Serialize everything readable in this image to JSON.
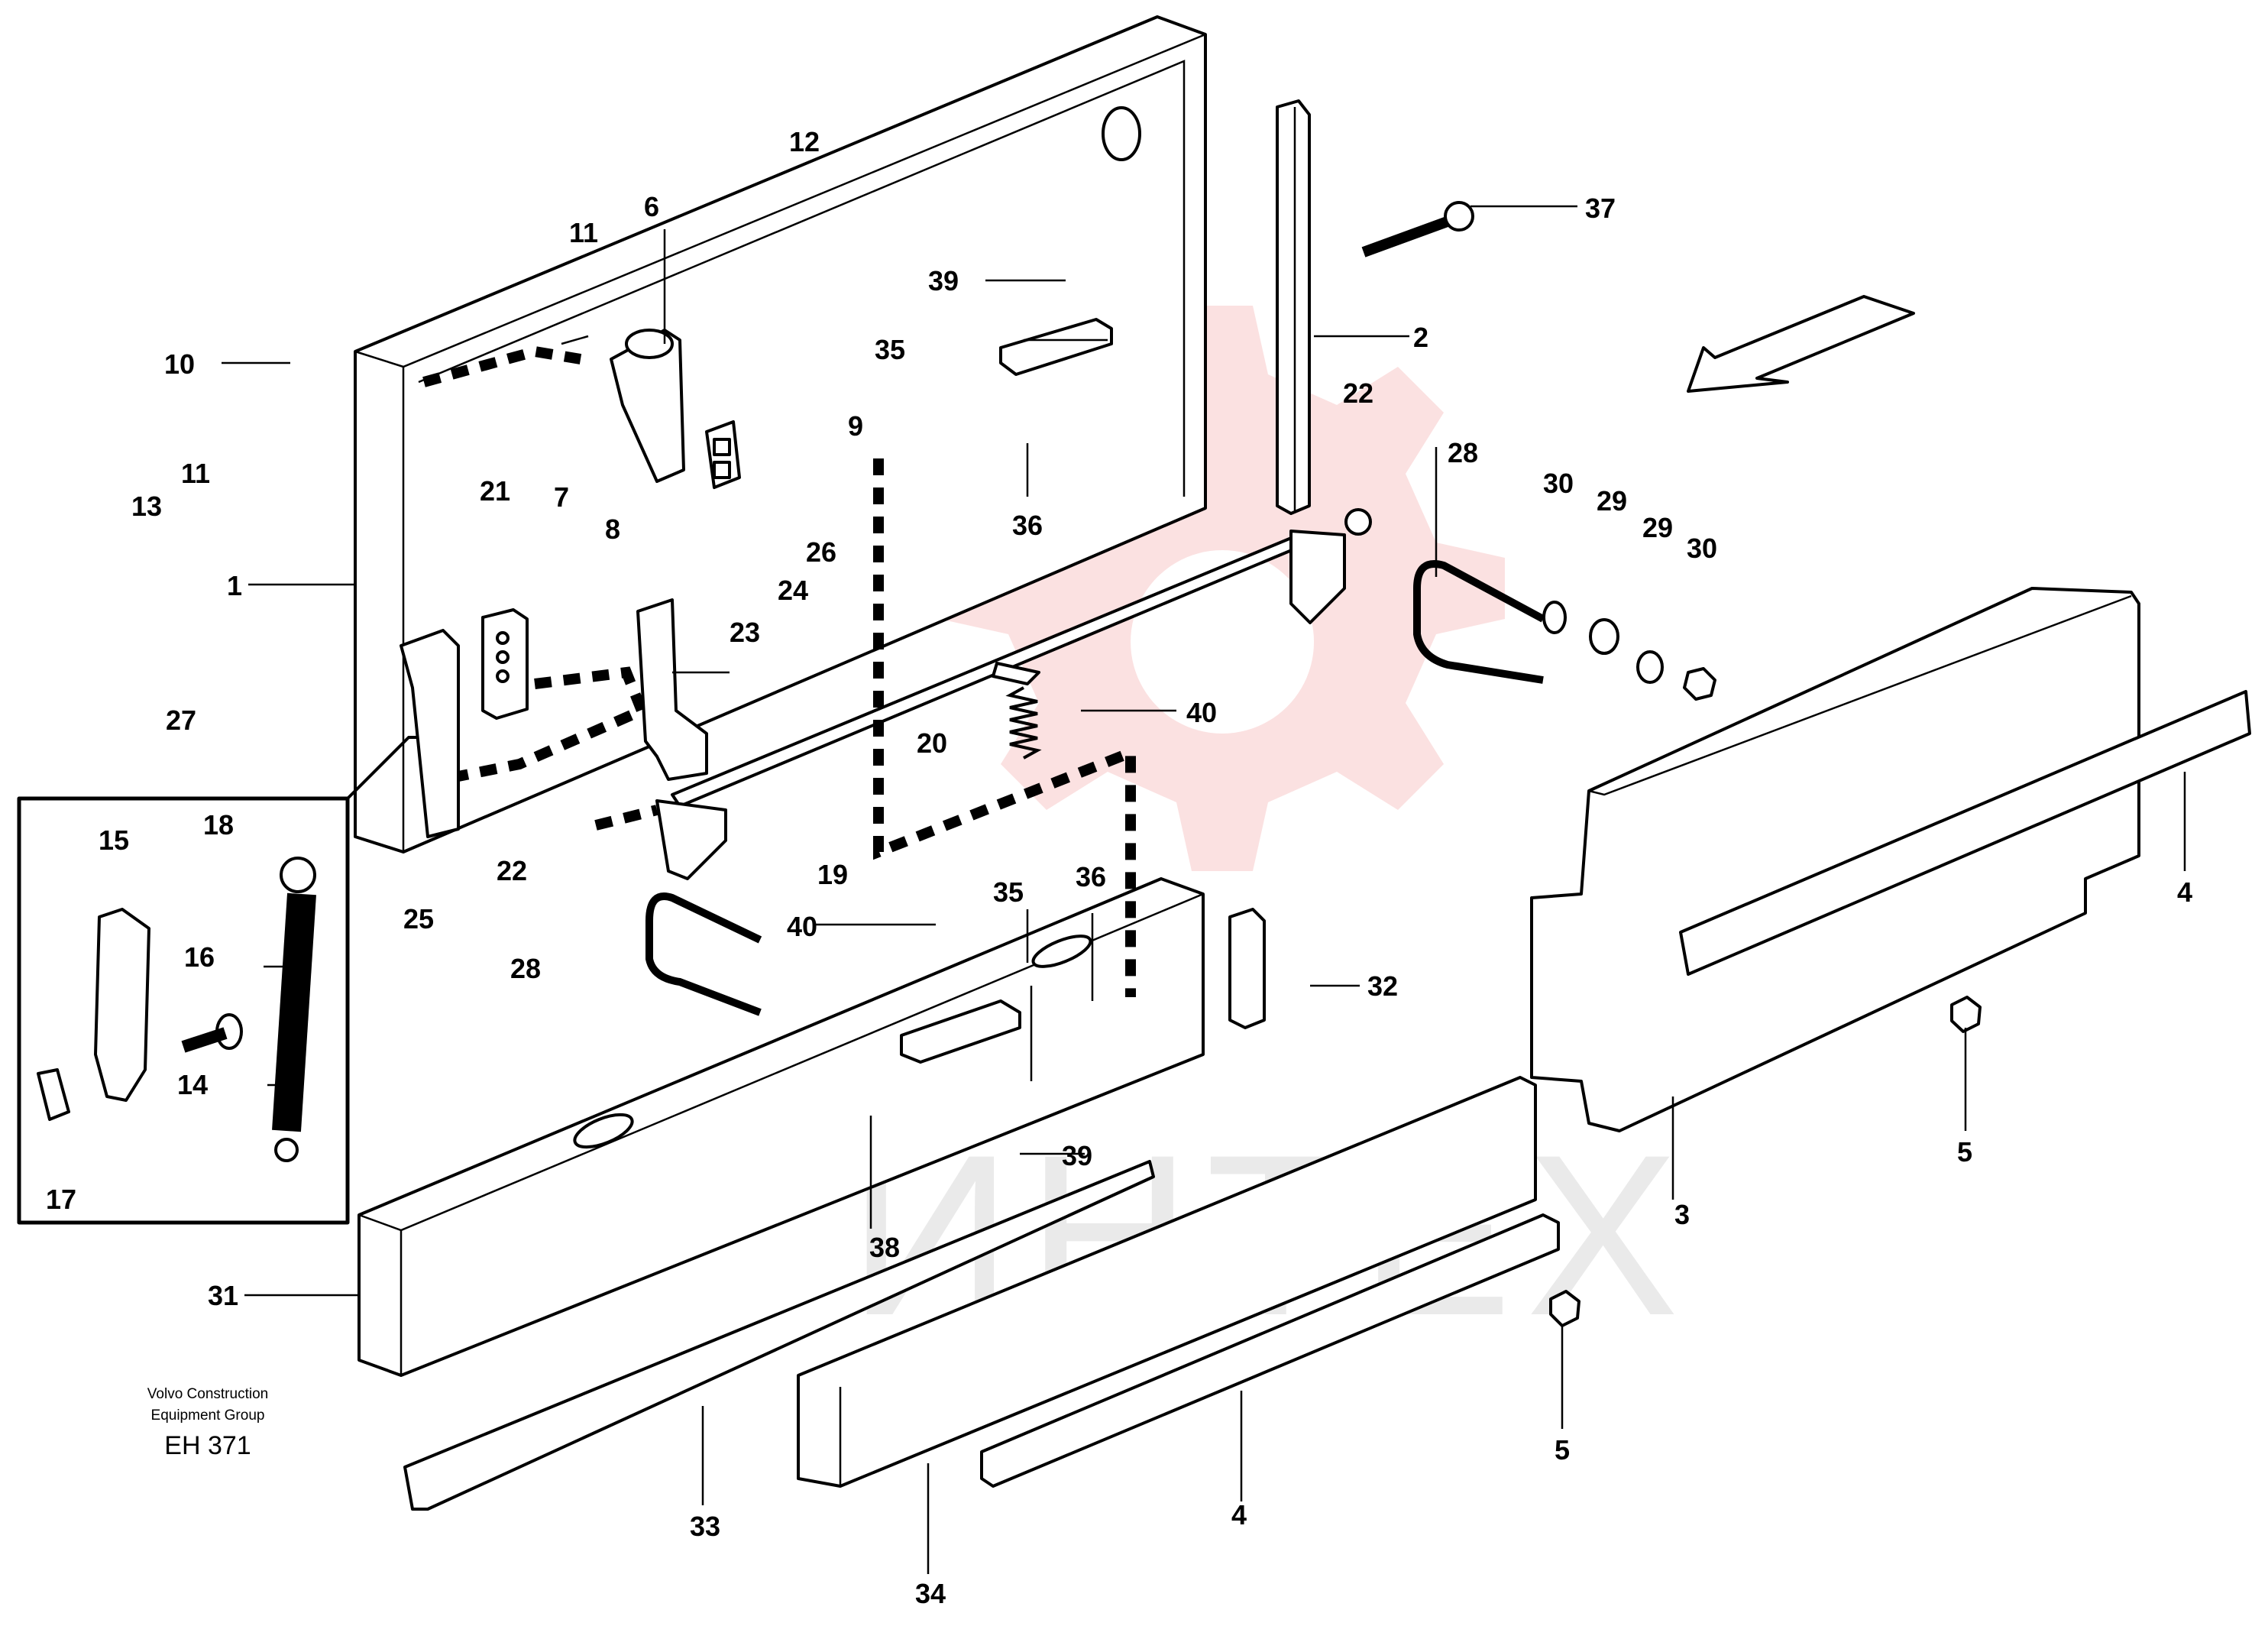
{
  "watermark": {
    "text": "ИНТЕХ"
  },
  "credit": {
    "line1": "Volvo Construction",
    "line2": "Equipment Group",
    "code": "EH 371"
  },
  "callouts": {
    "c1": "1",
    "c2": "2",
    "c3": "3",
    "c4a": "4",
    "c4b": "4",
    "c5a": "5",
    "c5b": "5",
    "c6": "6",
    "c7": "7",
    "c8": "8",
    "c9": "9",
    "c10": "10",
    "c11a": "11",
    "c11b": "11",
    "c12": "12",
    "c13": "13",
    "c14": "14",
    "c15": "15",
    "c16": "16",
    "c17": "17",
    "c18": "18",
    "c19": "19",
    "c20": "20",
    "c21": "21",
    "c22a": "22",
    "c22b": "22",
    "c23": "23",
    "c24": "24",
    "c25": "25",
    "c26": "26",
    "c27": "27",
    "c28a": "28",
    "c28b": "28",
    "c29a": "29",
    "c29b": "29",
    "c30a": "30",
    "c30b": "30",
    "c31": "31",
    "c32": "32",
    "c33": "33",
    "c34": "34",
    "c35a": "35",
    "c35b": "35",
    "c36a": "36",
    "c36b": "36",
    "c37": "37",
    "c38": "38",
    "c39a": "39",
    "c39b": "39",
    "c40a": "40",
    "c40b": "40"
  },
  "colors": {
    "line": "#000000",
    "watermark_gear": "#f8c8c8",
    "watermark_text": "#d9d9d9",
    "background": "#ffffff"
  }
}
